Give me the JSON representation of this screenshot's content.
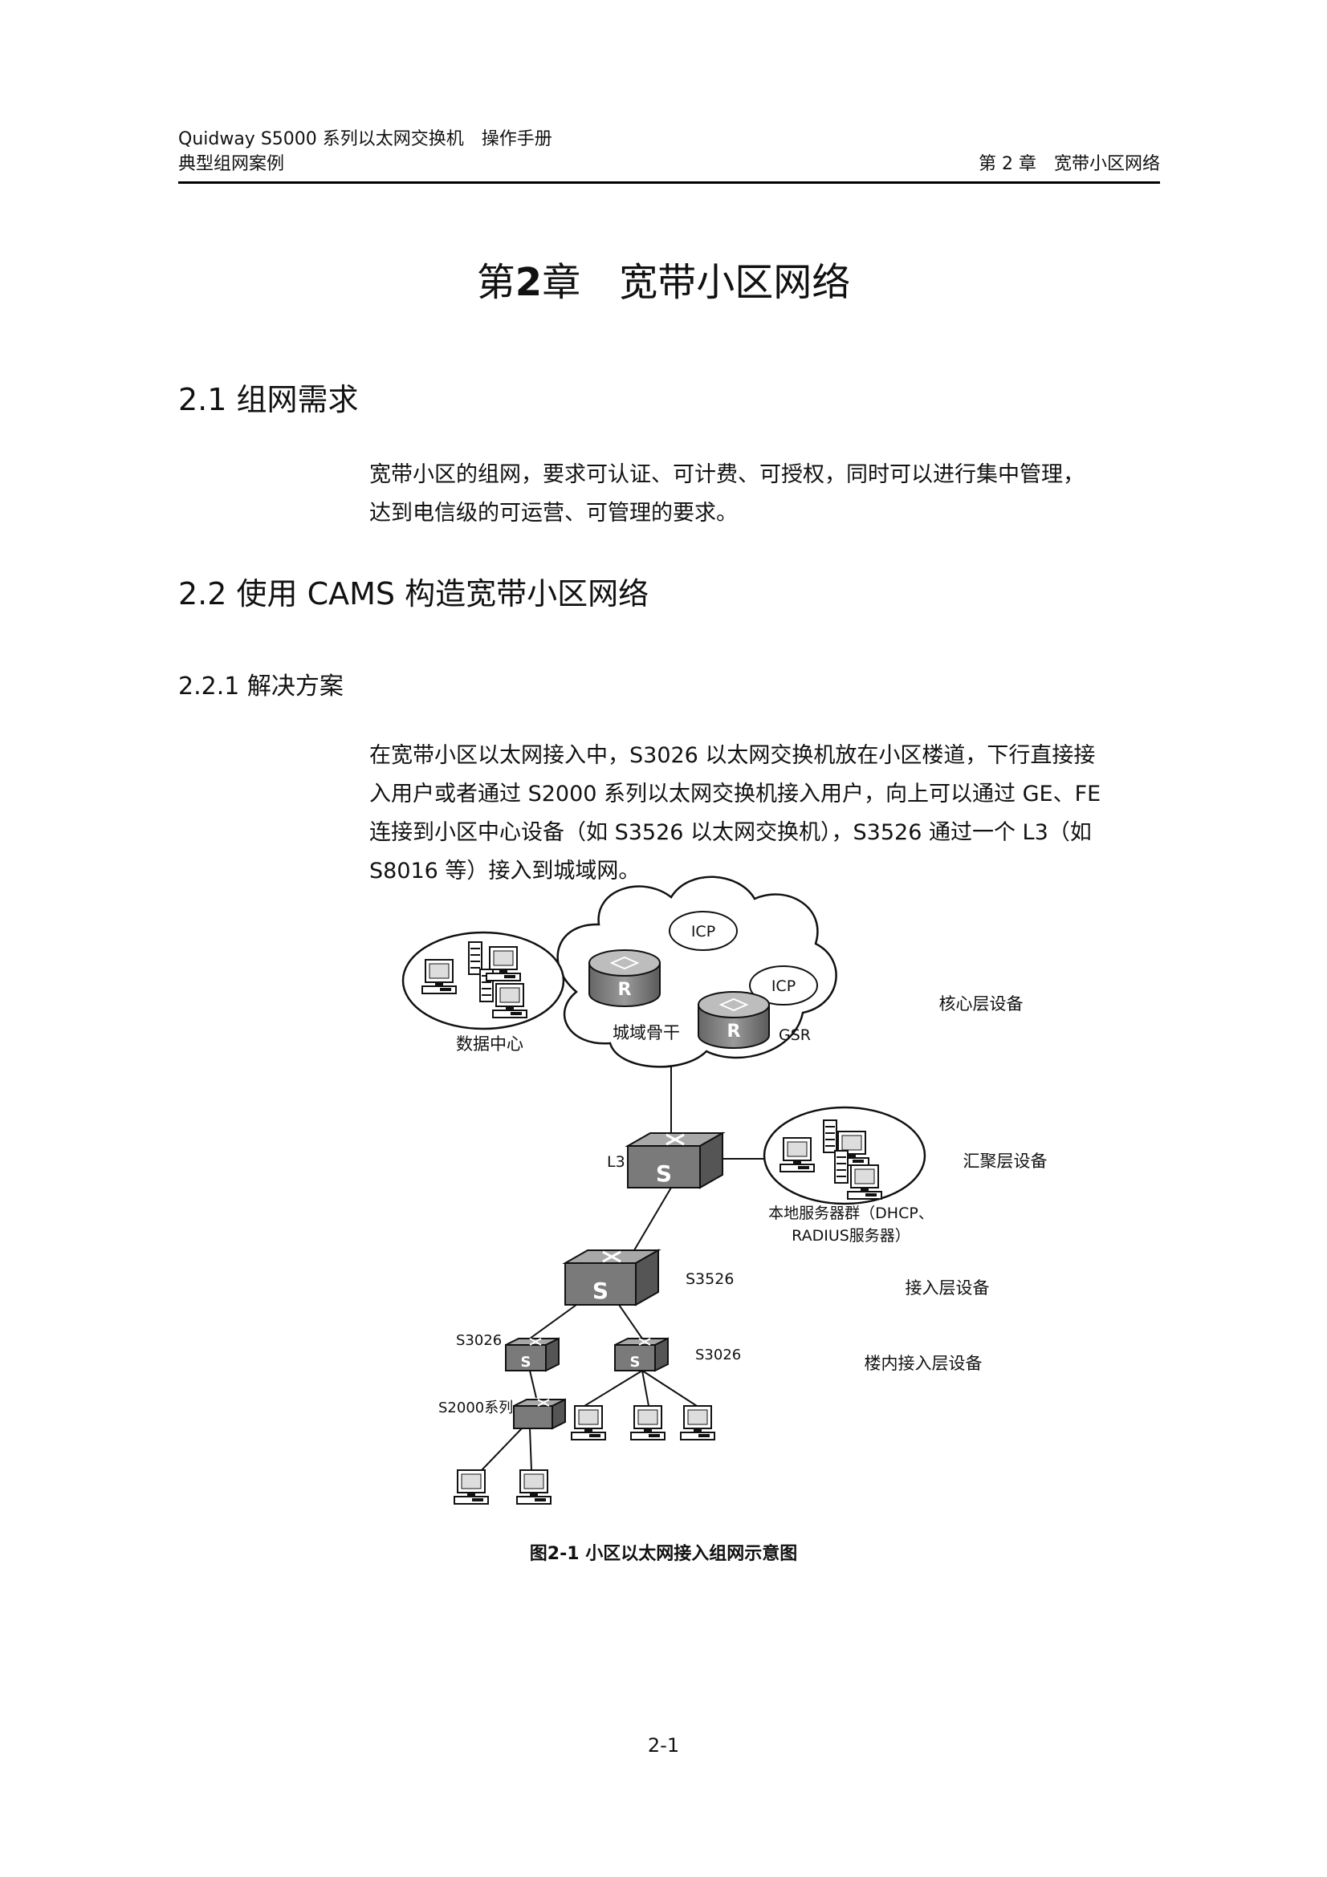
{
  "header": {
    "line1": "Quidway S5000 系列以太网交换机　操作手册",
    "line2": "典型组网案例",
    "chapter_label": "第 2 章　宽带小区网络"
  },
  "chapter_title": {
    "prefix": "第",
    "number": "2",
    "suffix": "章　宽带小区网络"
  },
  "section_2_1": {
    "heading": "2.1  组网需求",
    "lines": [
      "宽带小区的组网，要求可认证、可计费、可授权，同时可以进行集中管理，",
      "达到电信级的可运营、可管理的要求。"
    ]
  },
  "section_2_2": {
    "heading": "2.2  使用 CAMS 构造宽带小区网络"
  },
  "section_2_2_1": {
    "heading": "2.2.1  解决方案",
    "lines": [
      "在宽带小区以太网接入中，S3026 以太网交换机放在小区楼道，下行直接接",
      "入用户或者通过 S2000 系列以太网交换机接入用户，向上可以通过 GE、FE",
      "连接到小区中心设备（如 S3526 以太网交换机），S3526 通过一个 L3（如",
      "S8016 等）接入到城域网。"
    ]
  },
  "diagram": {
    "icp1": "ICP",
    "icp2": "ICP",
    "metro_backbone": "城域骨干",
    "gsr": "GSR",
    "data_center": "数据中心",
    "core_layer": "核心层设备",
    "l3": "L3",
    "local_servers_1": "本地服务器群（DHCP、",
    "local_servers_2": "RADIUS服务器）",
    "aggregation_layer": "汇聚层设备",
    "s3526": "S3526",
    "access_layer": "接入层设备",
    "s3026_left": "S3026",
    "s3026_right": "S3026",
    "building_access_layer": "楼内接入层设备",
    "s2000": "S2000系列",
    "router_glyph": "R",
    "switch_glyph": "S"
  },
  "figure_caption": "图2-1  小区以太网接入组网示意图",
  "page_number": "2-1"
}
